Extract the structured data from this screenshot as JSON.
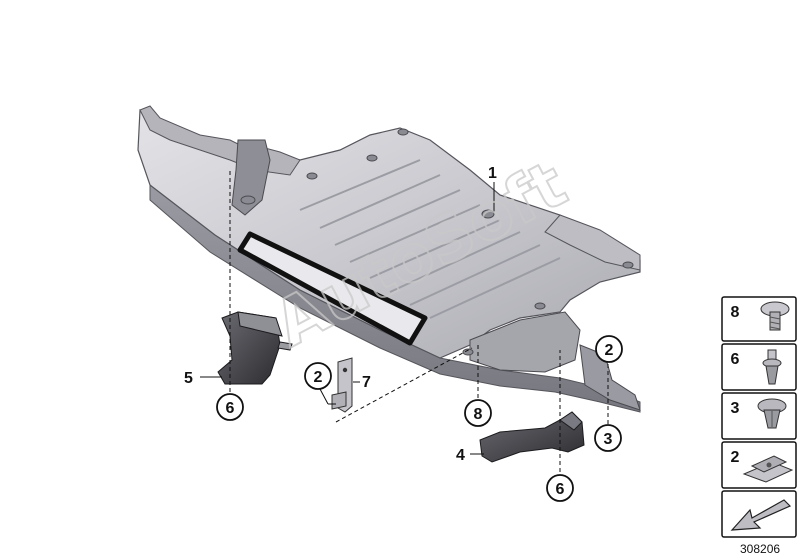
{
  "diagram": {
    "watermark": "AutoSoft",
    "image_number": "308206",
    "callouts": {
      "part_1": "1",
      "part_4": "4",
      "part_5": "5",
      "part_7": "7",
      "circle_6_left": "6",
      "circle_2_mid": "2",
      "circle_8_mid": "8",
      "circle_6_bottom": "6",
      "circle_2_right": "2",
      "circle_3_right": "3"
    },
    "legend": [
      {
        "number": "8",
        "icon": "torx-screw-icon"
      },
      {
        "number": "6",
        "icon": "plastic-rivet-icon"
      },
      {
        "number": "3",
        "icon": "expanding-rivet-icon"
      },
      {
        "number": "2",
        "icon": "spring-nut-icon"
      },
      {
        "number": "",
        "icon": "direction-arrow-icon"
      }
    ]
  }
}
